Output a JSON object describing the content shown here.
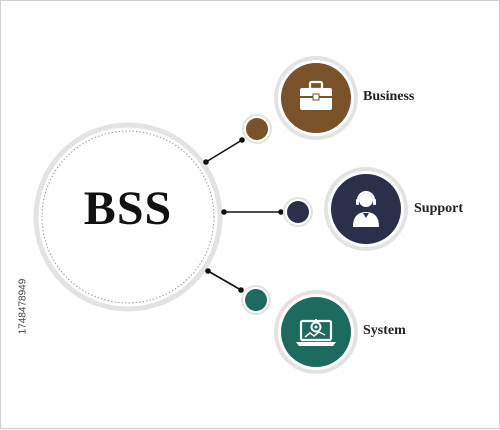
{
  "center": {
    "title": "BSS"
  },
  "branches": [
    {
      "label": "Business",
      "icon": "briefcase-icon",
      "color": "#7a5229",
      "dot_color": "#7a5229"
    },
    {
      "label": "Support",
      "icon": "support-person-icon",
      "color": "#2b2f4a",
      "dot_color": "#2b2f4a"
    },
    {
      "label": "System",
      "icon": "laptop-settings-icon",
      "color": "#1d6b5e",
      "dot_color": "#1d6b5e"
    }
  ],
  "watermark": {
    "stock_id": "1748478949"
  },
  "colors": {
    "ring": "#e3e3e3",
    "connector": "#111111"
  }
}
